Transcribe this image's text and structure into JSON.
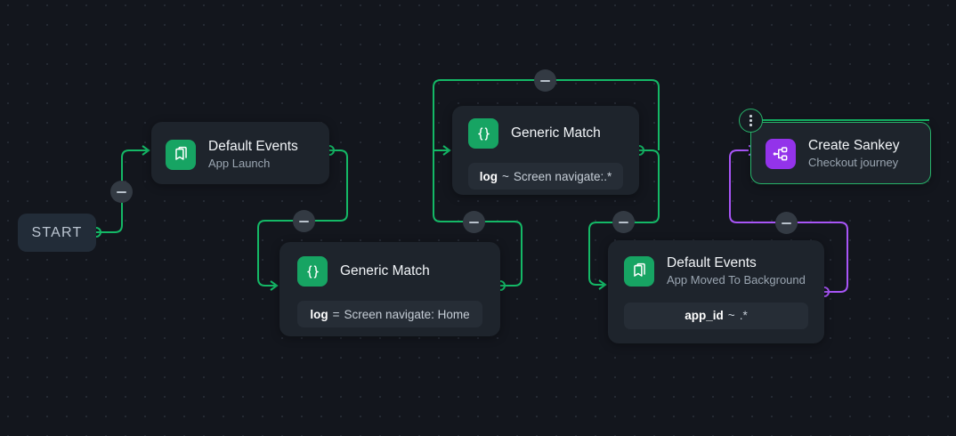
{
  "canvas": {
    "background_color": "#13161d",
    "grid_dot_color": "#262b35",
    "accent_green": "#14b866",
    "accent_purple": "#a855f7",
    "icon_green": "#17a463",
    "icon_purple": "#9333ea"
  },
  "start_node": {
    "label": "START"
  },
  "nodes": [
    {
      "id": "default-events-top",
      "icon": "bookmarks-icon",
      "icon_color": "#17a463",
      "title": "Default Events",
      "subtitle": "App Launch"
    },
    {
      "id": "generic-match-mid",
      "icon": "curly-braces-icon",
      "icon_color": "#17a463",
      "title": "Generic Match",
      "condition": {
        "field": "log",
        "operator": "~",
        "value": "Screen navigate:.*"
      }
    },
    {
      "id": "generic-match-bottom",
      "icon": "curly-braces-icon",
      "icon_color": "#17a463",
      "title": "Generic Match",
      "condition": {
        "field": "log",
        "operator": "=",
        "value": "Screen navigate: Home"
      }
    },
    {
      "id": "default-events-bottom",
      "icon": "bookmarks-icon",
      "icon_color": "#17a463",
      "title": "Default Events",
      "subtitle": "App Moved To Background",
      "condition": {
        "field": "app_id",
        "operator": "~",
        "value": ".*"
      }
    },
    {
      "id": "create-sankey",
      "icon": "sankey-graph-icon",
      "icon_color": "#9333ea",
      "title": "Create Sankey",
      "subtitle": "Checkout journey",
      "selected": true
    }
  ],
  "edge_controls": [
    {
      "id": "collapse-edge-start",
      "glyph": "minus"
    },
    {
      "id": "collapse-edge-top-loop",
      "glyph": "minus"
    },
    {
      "id": "collapse-edge-mid-left",
      "glyph": "minus"
    },
    {
      "id": "collapse-edge-mid-bottom",
      "glyph": "minus"
    },
    {
      "id": "collapse-edge-right",
      "glyph": "minus"
    },
    {
      "id": "collapse-edge-purple",
      "glyph": "minus"
    },
    {
      "id": "node-menu-sankey",
      "glyph": "kebab"
    }
  ]
}
